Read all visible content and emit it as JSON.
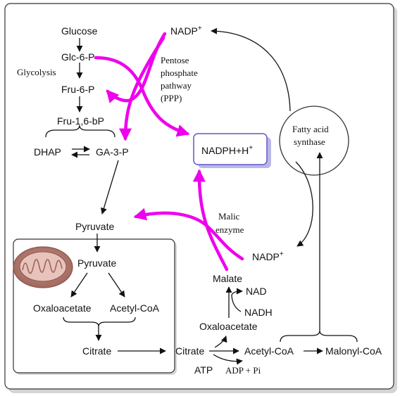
{
  "colors": {
    "magenta": "#ee00ee",
    "nadph_box_border": "#6655cc",
    "nadph_box_shadow": "#b8b8e8",
    "mitochondrion": "#b87b70"
  },
  "labels": {
    "glucose": "Glucose",
    "glc6p": "Glc-6-P",
    "glycolysis": "Glycolysis",
    "fru6p": "Fru-6-P",
    "fru16bp": "Fru-1,6-bP",
    "dhap": "DHAP",
    "ga3p": "GA-3-P",
    "pyruvate_cyto": "Pyruvate",
    "pyruvate_mito": "Pyruvate",
    "oxaloacetate_mito": "Oxaloacetate",
    "acetylcoa_mito": "Acetyl-CoA",
    "citrate_mito": "Citrate",
    "citrate_cyto": "Citrate",
    "atp": "ATP",
    "adp_pi": "ADP + Pi",
    "acetylcoa_cyto": "Acetyl-CoA",
    "malonylcoa": "Malonyl-CoA",
    "oxaloacetate_cyto": "Oxaloacetate",
    "nadh": "NADH",
    "nad": "NAD",
    "malate": "Malate",
    "nadp_bottom": "NADP",
    "nadp_bottom_sup": "+",
    "malic_enzyme_1": "Malic",
    "malic_enzyme_2": "enzyme",
    "nadph": "NADPH+H",
    "nadph_sup": "+",
    "nadp_top": "NADP",
    "nadp_top_sup": "+",
    "ppp_1": "Pentose",
    "ppp_2": "phosphate",
    "ppp_3": "pathway",
    "ppp_4": "(PPP)",
    "fas_1": "Fatty acid",
    "fas_2": "synthase"
  }
}
